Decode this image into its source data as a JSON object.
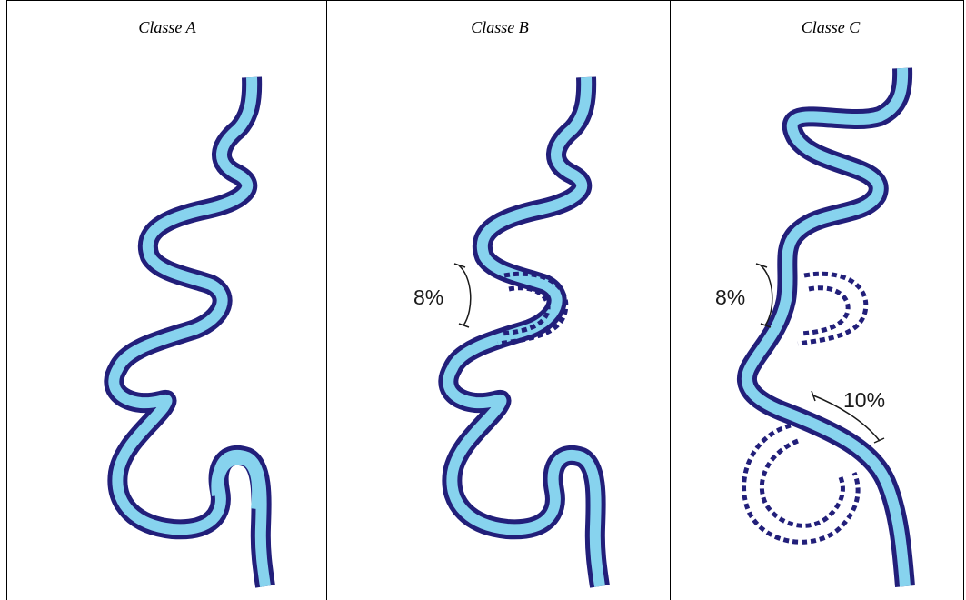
{
  "panels": [
    {
      "title": "Classe A"
    },
    {
      "title": "Classe B",
      "annotation": "8%"
    },
    {
      "title": "Classe C",
      "annotations": [
        "8%",
        "10%"
      ]
    }
  ],
  "colors": {
    "river_bank": "#221f7a",
    "river_water": "#87d3ee",
    "cutoff_dots": "#221f7a",
    "measure_line": "#1a1a1a"
  },
  "icons": {
    "river": "meandering-river",
    "cutoff": "dashed-abandoned-meander",
    "bracket": "measurement-bracket"
  }
}
